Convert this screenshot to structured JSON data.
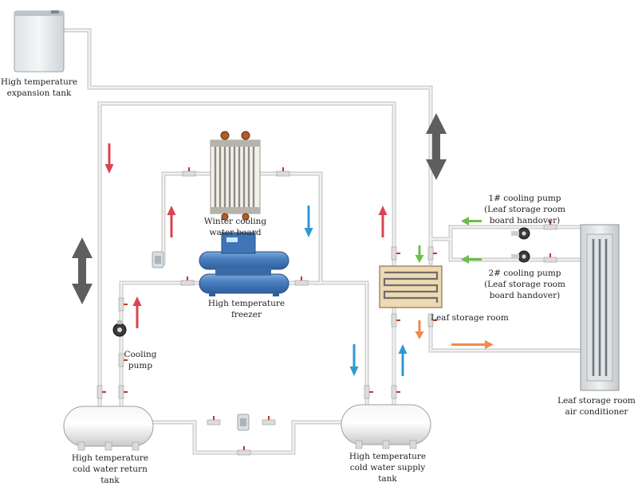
{
  "labels": {
    "expansion_tank": [
      "High temperature",
      "expansion tank"
    ],
    "winter_board": [
      "Winter cooling",
      "water board"
    ],
    "freezer": [
      "High temperature",
      "freezer"
    ],
    "cooling_pump": [
      "Cooling",
      "pump"
    ],
    "return_tank": [
      "High temperature",
      "cold water return",
      "tank"
    ],
    "supply_tank": [
      "High temperature",
      "cold water supply",
      "tank"
    ],
    "leaf_room": [
      "Leaf storage room"
    ],
    "pump1": [
      "1# cooling pump",
      "(Leaf storage room",
      "board handover)"
    ],
    "pump2": [
      "2# cooling pump",
      "(Leaf storage room",
      "board handover)"
    ],
    "air_conditioner": [
      "Leaf storage room",
      "air conditioner"
    ]
  },
  "colors": {
    "pipe": "#e6e6e6",
    "pipe_edge": "#c4c4c4",
    "arrow_red": "#d94452",
    "arrow_blue": "#2b9bd0",
    "arrow_green": "#6cbf4a",
    "arrow_orange": "#ef8a4c",
    "arrow_gray": "#5e5e5e",
    "freezer_blue": "#4a7fc0",
    "tank_gray": "#e4e4e4"
  }
}
